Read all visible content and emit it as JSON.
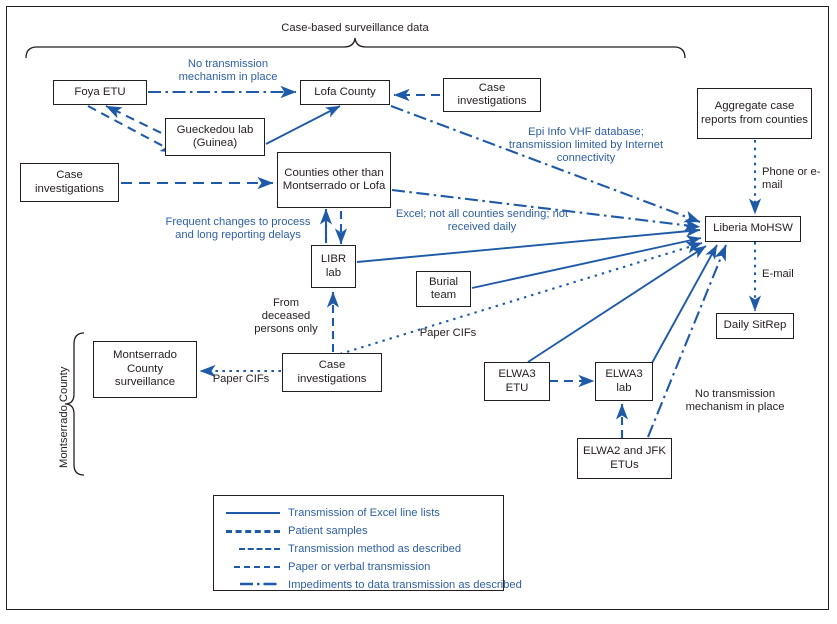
{
  "diagram": {
    "title": "Case-based surveillance data",
    "region_bracket_label": "Montserrado County",
    "accent_color": "#1f5aa8",
    "text_color": "#231f20",
    "label_color": "#2e5fa3"
  },
  "nodes": {
    "foya_etu": "Foya ETU",
    "lofa_county": "Lofa County",
    "case_investigations_lofa": "Case investigations",
    "gueckedou_lab": "Gueckedou lab (Guinea)",
    "case_investigations_left": "Case investigations",
    "counties_other": "Counties other than Montserrado or Lofa",
    "libr_lab": "LIBR lab",
    "burial_team": "Burial team",
    "aggregate_case_reports": "Aggregate case reports from counties",
    "liberia_mohsw": "Liberia MoHSW",
    "daily_sitrep": "Daily SitRep",
    "montserrado_surveillance": "Montserrado County surveillance",
    "case_investigations_montserrado": "Case investigations",
    "elwa3_etu": "ELWA3 ETU",
    "elwa3_lab": "ELWA3 lab",
    "elwa2_jfk_etus": "ELWA2 and JFK ETUs"
  },
  "edge_labels": {
    "no_transmission_top": "No transmission mechanism in place",
    "epi_info": "Epi Info VHF database; transmission limited by Internet connectivity",
    "phone_or_email": "Phone or e-mail",
    "excel_counties": "Excel; not all counties sending; not received daily",
    "frequent_changes": "Frequent changes to process and long reporting delays",
    "from_deceased": "From deceased persons only",
    "paper_cifs_mid": "Paper CIFs",
    "paper_cifs_montserrado": "Paper CIFs",
    "email": "E-mail",
    "no_transmission_bottom": "No transmission mechanism in place"
  },
  "legend": {
    "items": [
      {
        "label": "Transmission of Excel line lists",
        "style": "solid"
      },
      {
        "label": "Patient samples",
        "style": "dashed-long"
      },
      {
        "label": "Transmission method as described",
        "style": "dotted"
      },
      {
        "label": "Paper or verbal transmission",
        "style": "dashed"
      },
      {
        "label": "Impediments to data transmission as described",
        "style": "dash-dot"
      }
    ]
  }
}
